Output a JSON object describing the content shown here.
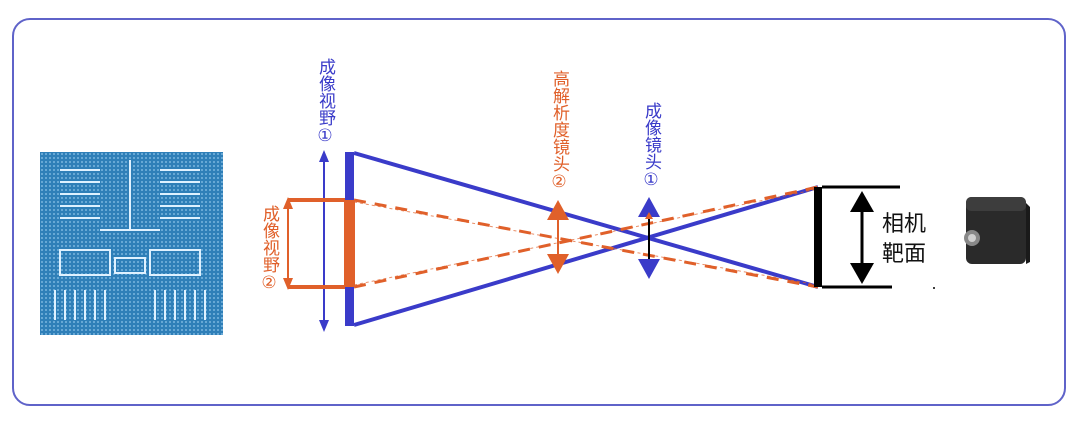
{
  "labels": {
    "fov1": "成像视野①",
    "fov2": "成像视野②",
    "lens_hr": "高解析度镜头②",
    "lens1": "成像镜头①",
    "target_line1": "相机",
    "target_line2": "靶面"
  },
  "colors": {
    "blue": "#3a3bc9",
    "orange": "#e0602a",
    "frame": "#5f63c9",
    "black": "#000000"
  },
  "icons": {
    "chip": "chip-image",
    "camera": "camera-image"
  }
}
